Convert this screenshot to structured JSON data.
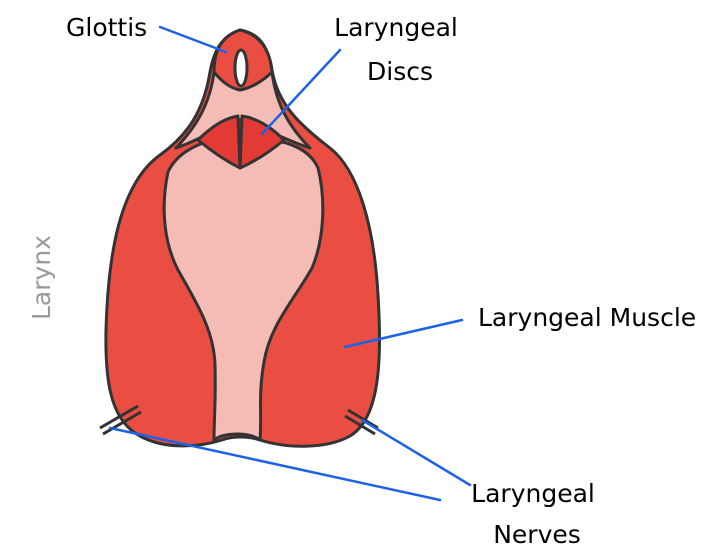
{
  "side_label": "Larynx",
  "labels": {
    "glottis": "Glottis",
    "discs_line1": "Laryngeal",
    "discs_line2": "Discs",
    "muscle": "Laryngeal Muscle",
    "nerves_line1": "Laryngeal",
    "nerves_line2": "Nerves"
  },
  "colors": {
    "muscle": "#ea4d41",
    "pale_tissue": "#f4bcb5",
    "disc": "#e33a36",
    "outline": "#333333",
    "leader_line": "#1c62e6",
    "side_label": "#999999"
  }
}
